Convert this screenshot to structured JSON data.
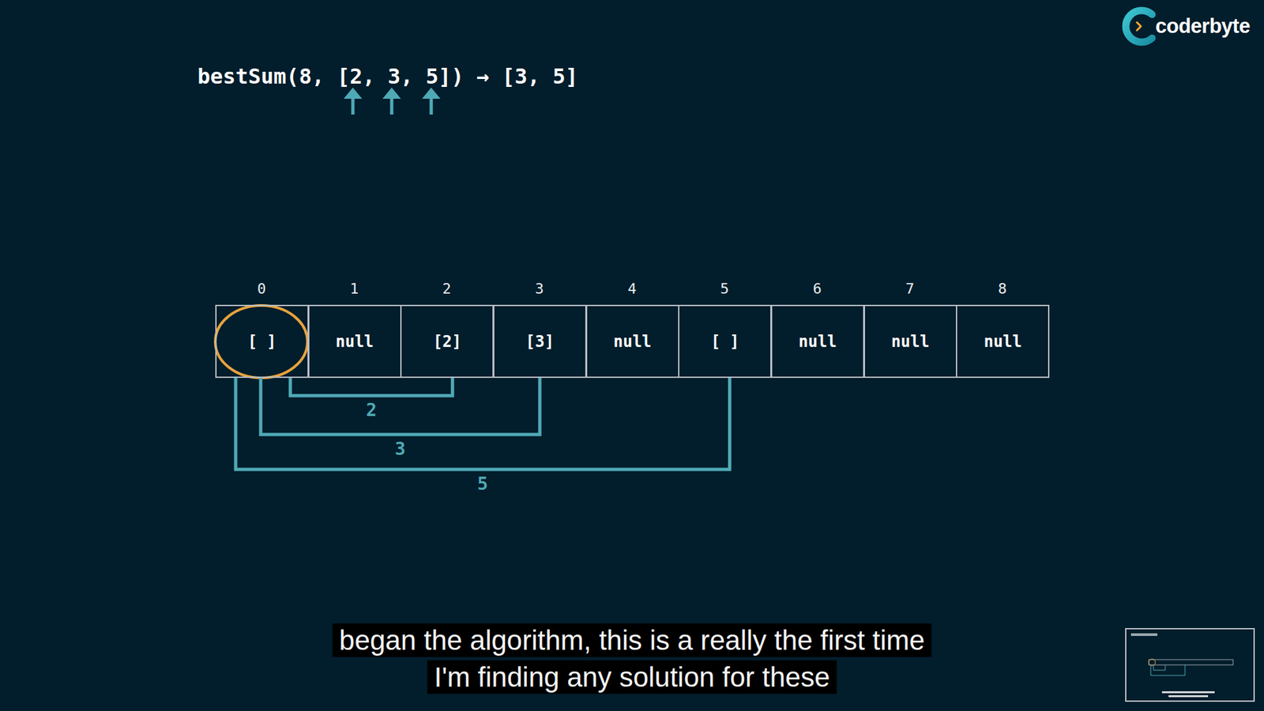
{
  "diagram": {
    "title": "bestSum(8, [2, 3, 5]) → [3, 5]",
    "caption": "began the algorithm, this is a really the first time I'm finding any solution for these",
    "nodes": [
      {
        "text": [
          "[ ]"
        ]
      },
      {
        "text": [
          "null"
        ]
      },
      {
        "text": [
          "[2]"
        ]
      },
      {
        "text": [
          "[3]"
        ]
      },
      {
        "text": [
          "null"
        ]
      },
      {
        "text": [
          "[ ]"
        ]
      },
      {
        "text": [
          "null"
        ]
      },
      {
        "text": [
          "null"
        ]
      },
      {
        "text": [
          "null"
        ]
      }
    ],
    "edges": [
      {
        "from": 0,
        "to": 2,
        "label": "2",
        "arrow": "none"
      },
      {
        "from": 0,
        "to": 3,
        "label": "3",
        "arrow": "none"
      },
      {
        "from": 0,
        "to": 5,
        "label": "5",
        "arrow": "none"
      }
    ],
    "labels": [
      "coderbyte",
      "0",
      "1",
      "2",
      "3",
      "4",
      "5",
      "6",
      "7",
      "8"
    ]
  }
}
